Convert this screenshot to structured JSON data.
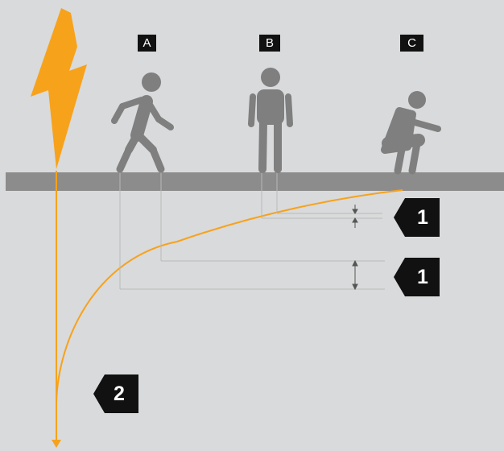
{
  "labels": {
    "person_a": "A",
    "person_b": "B",
    "person_c": "C"
  },
  "markers": {
    "step_small": "1",
    "step_large": "1",
    "depth": "2"
  },
  "icons": {
    "strike": "lightning-bolt-icon",
    "a": "walking-person-icon",
    "b": "standing-person-icon",
    "c": "crouching-person-icon"
  },
  "colors": {
    "background": "#d9dadb",
    "ground": "#8c8c8c",
    "figure": "#7f7f7f",
    "accent": "#f7a21b",
    "marker": "#111111"
  }
}
